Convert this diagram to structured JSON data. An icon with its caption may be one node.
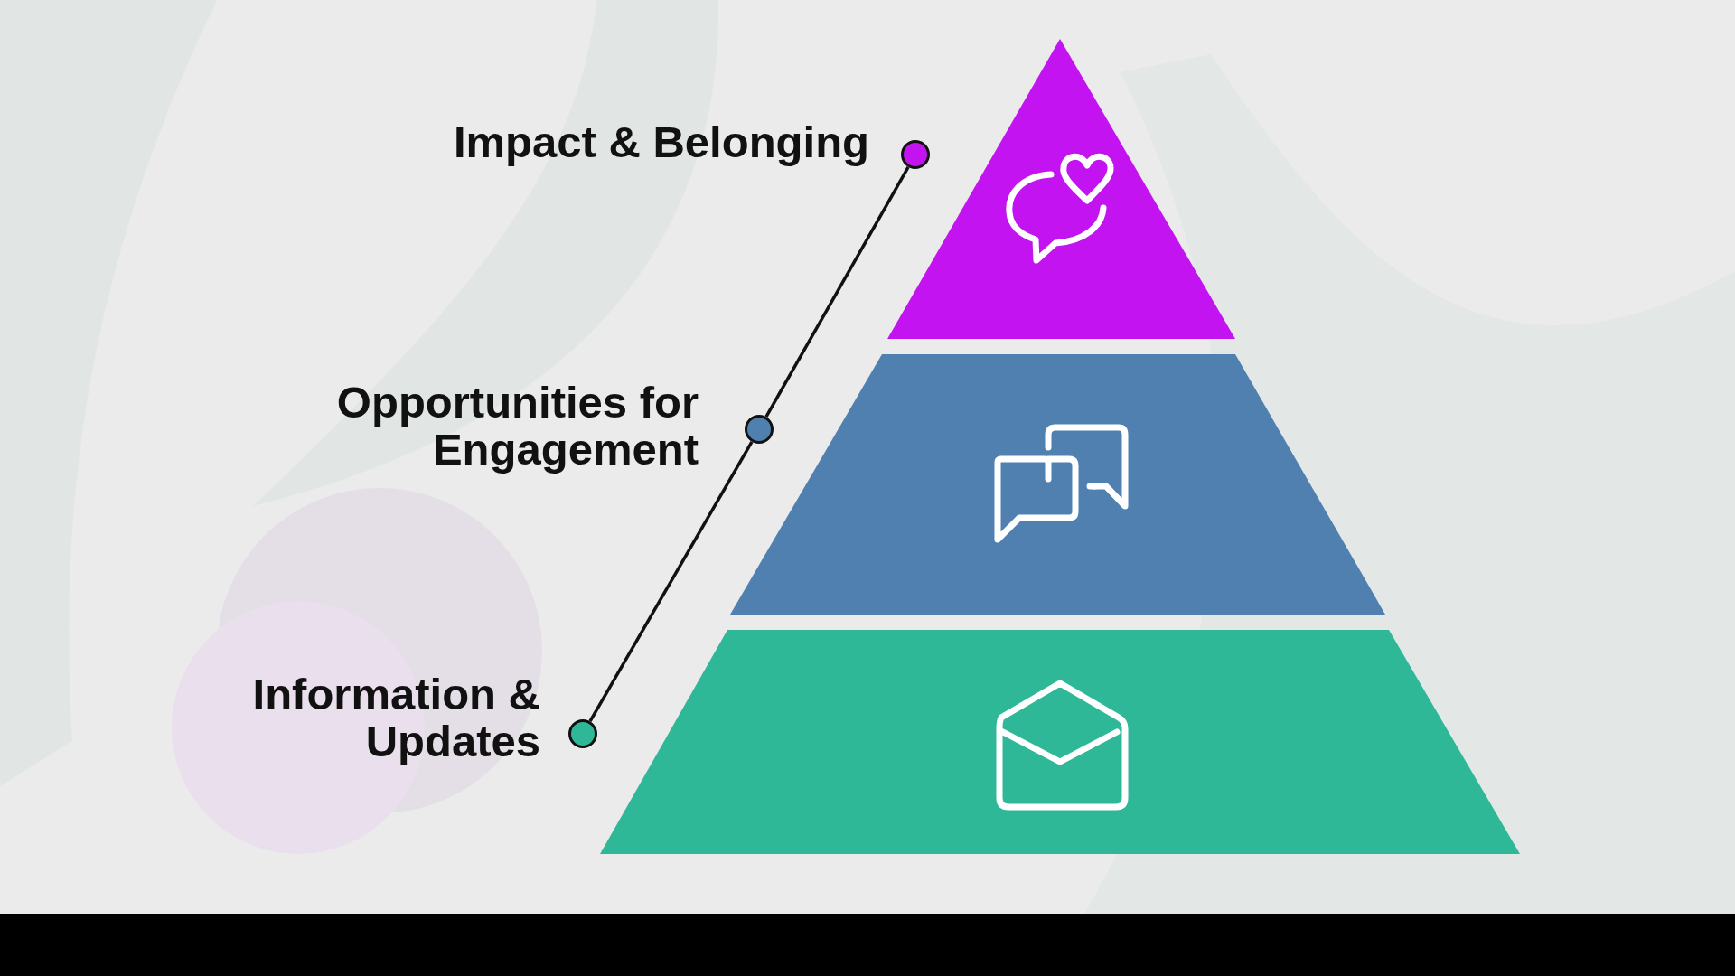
{
  "diagram": {
    "nodes": [
      {
        "text": [],
        "shape": "circle",
        "beside": [
          "Impact & Belonging"
        ]
      },
      {
        "text": [],
        "shape": "circle",
        "beside": [
          "Opportunities for Engagement"
        ]
      },
      {
        "text": [],
        "shape": "circle",
        "beside": [
          "Information & Updates"
        ]
      }
    ],
    "edges": [
      {
        "from": 0,
        "to": 1,
        "arrow": "none"
      },
      {
        "from": 1,
        "to": 2,
        "arrow": "none"
      }
    ]
  }
}
